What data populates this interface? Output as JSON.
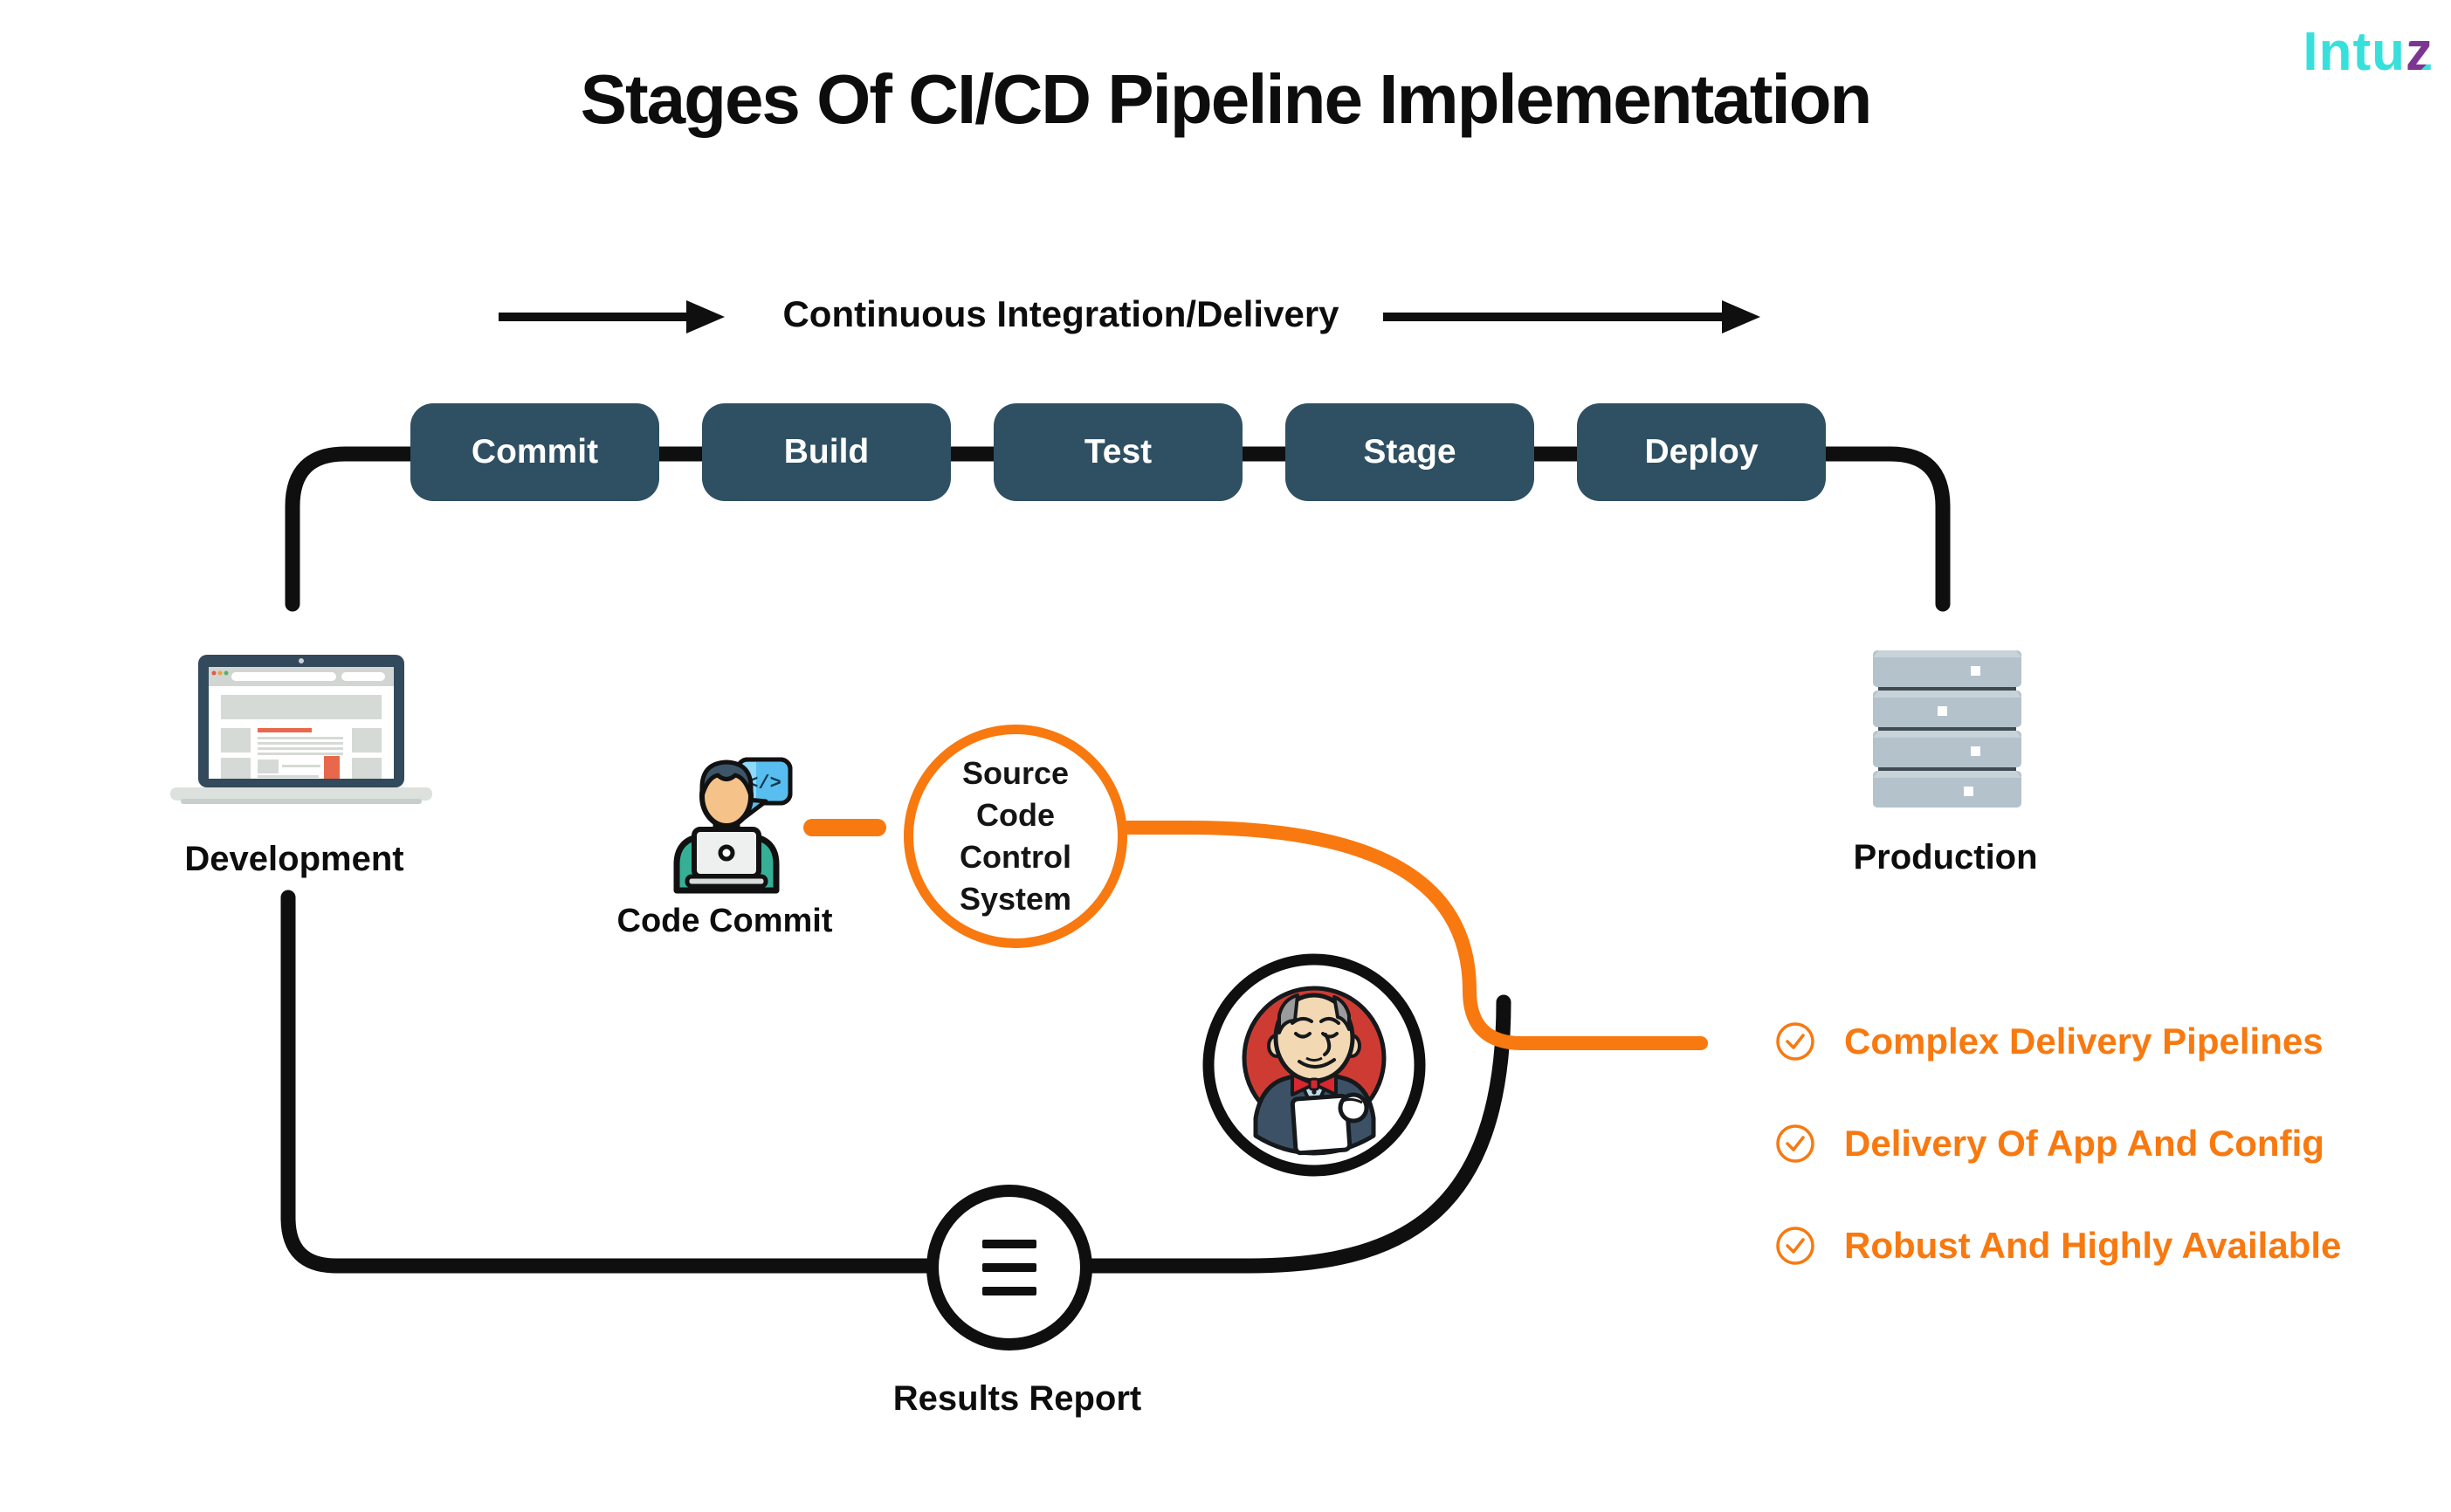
{
  "title": "Stages Of CI/CD Pipeline Implementation",
  "logo": {
    "main": "Intu",
    "z": "z"
  },
  "flow": {
    "label": "Continuous Integration/Delivery"
  },
  "stages": [
    {
      "label": "Commit"
    },
    {
      "label": "Build"
    },
    {
      "label": "Test"
    },
    {
      "label": "Stage"
    },
    {
      "label": "Deploy"
    }
  ],
  "nodes": {
    "development": {
      "label": "Development"
    },
    "code_commit": {
      "label": "Code Commit",
      "bubble": "</>"
    },
    "source_control": {
      "line1": "Source",
      "line2": "Code",
      "line3": "Control",
      "line4": "System"
    },
    "results": {
      "label": "Results Report"
    },
    "production": {
      "label": "Production"
    }
  },
  "checklist": [
    {
      "label": "Complex Delivery Pipelines"
    },
    {
      "label": "Delivery Of App And Config"
    },
    {
      "label": "Robust And Highly Available"
    }
  ],
  "colors": {
    "orange": "#F8790F",
    "stage_teal": "#2E5062",
    "line_black": "#111111",
    "logo_cyan": "#38E0DB",
    "logo_purple": "#7C3590"
  }
}
